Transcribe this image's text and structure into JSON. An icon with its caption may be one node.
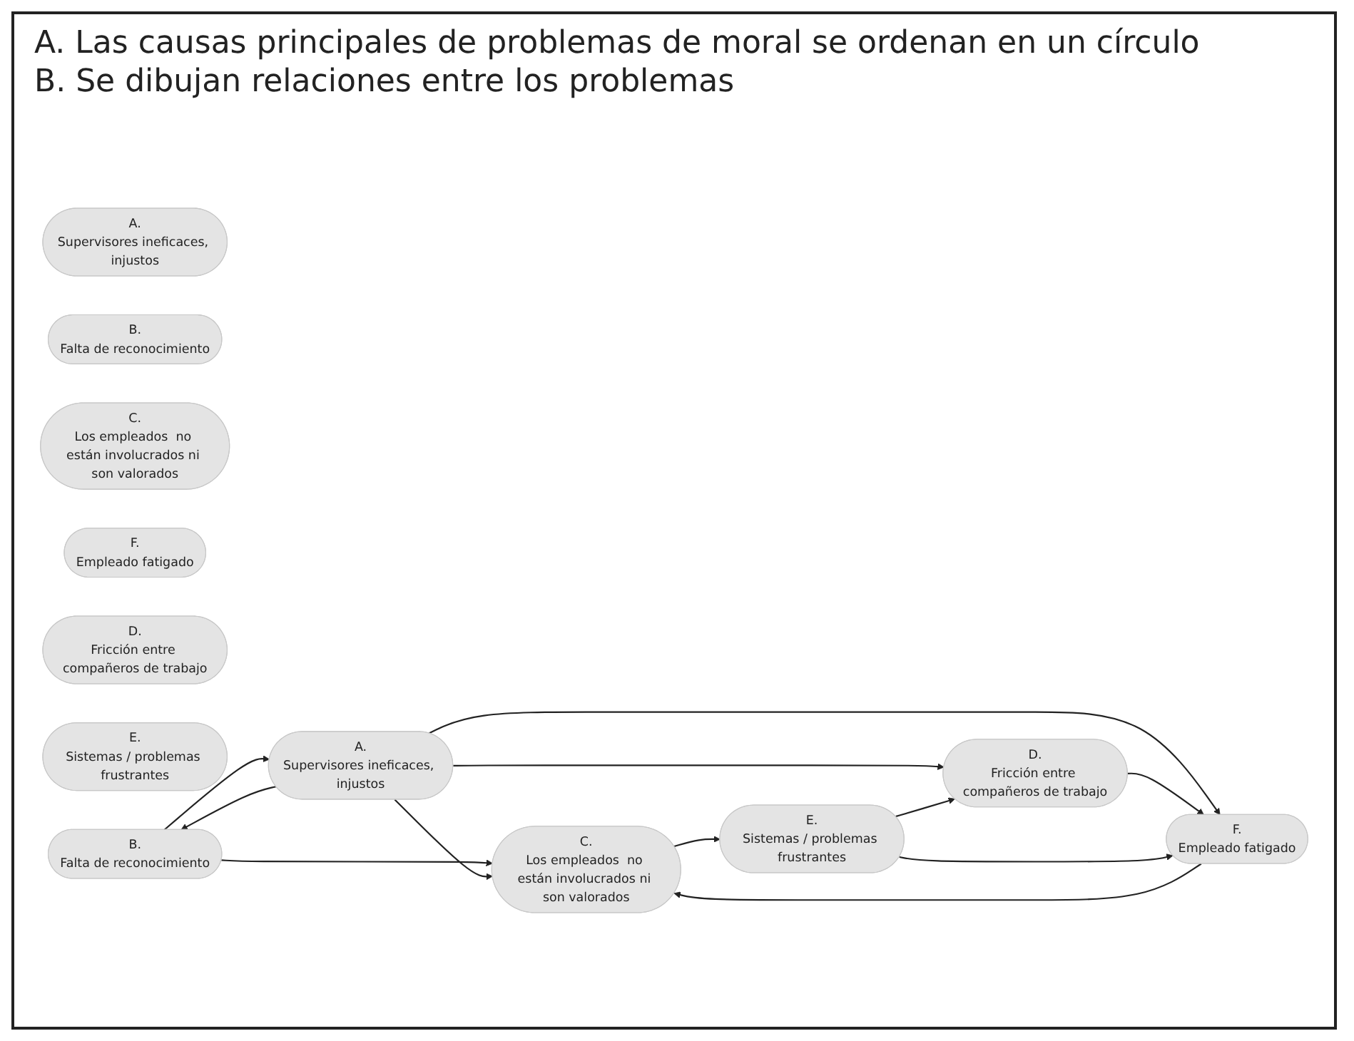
{
  "diagram": {
    "nodes": [
      {
        "text": [
          "A.",
          "Supervisores ineficaces, injustos"
        ]
      },
      {
        "text": [
          "B.",
          "Falta de reconocimiento"
        ]
      },
      {
        "text": [
          "C.",
          "Los empleados  no están involucrados ni son valorados"
        ]
      },
      {
        "text": [
          "F.",
          "Empleado fatigado"
        ]
      },
      {
        "text": [
          "D.",
          "Fricción entre compañeros de trabajo"
        ]
      },
      {
        "text": [
          "E.",
          "Sistemas / problemas frustrantes"
        ]
      },
      {
        "text": [
          "B.",
          "Falta de reconocimiento"
        ]
      },
      {
        "text": [
          "A.",
          "Supervisores ineficaces, injustos"
        ]
      },
      {
        "text": [
          "C.",
          "Los empleados  no están involucrados ni son valorados"
        ]
      },
      {
        "text": [
          "D.",
          "Fricción entre compañeros de trabajo"
        ]
      },
      {
        "text": [
          "F.",
          "Empleado fatigado"
        ]
      },
      {
        "text": [
          "E.",
          "Sistemas / problemas frustrantes"
        ]
      }
    ],
    "edges": [
      {
        "from": 7,
        "to": 6,
        "arrow": "to"
      },
      {
        "from": 6,
        "to": 7,
        "arrow": "to"
      },
      {
        "from": 6,
        "to": 8,
        "arrow": "to"
      },
      {
        "from": 7,
        "to": 8,
        "arrow": "to"
      },
      {
        "from": 7,
        "to": 9,
        "arrow": "to"
      },
      {
        "from": 7,
        "to": 10,
        "arrow": "to"
      },
      {
        "from": 10,
        "to": 8,
        "arrow": "to"
      },
      {
        "from": 8,
        "to": 11,
        "arrow": "to"
      },
      {
        "from": 9,
        "to": 10,
        "arrow": "to"
      },
      {
        "from": 11,
        "to": 10,
        "arrow": "to"
      },
      {
        "from": 11,
        "to": 9,
        "arrow": "to"
      }
    ],
    "labels": [
      "A. Las causas principales de problemas de moral se ordenan en un círculo",
      "B. Se dibujan relaciones entre los problemas"
    ]
  }
}
